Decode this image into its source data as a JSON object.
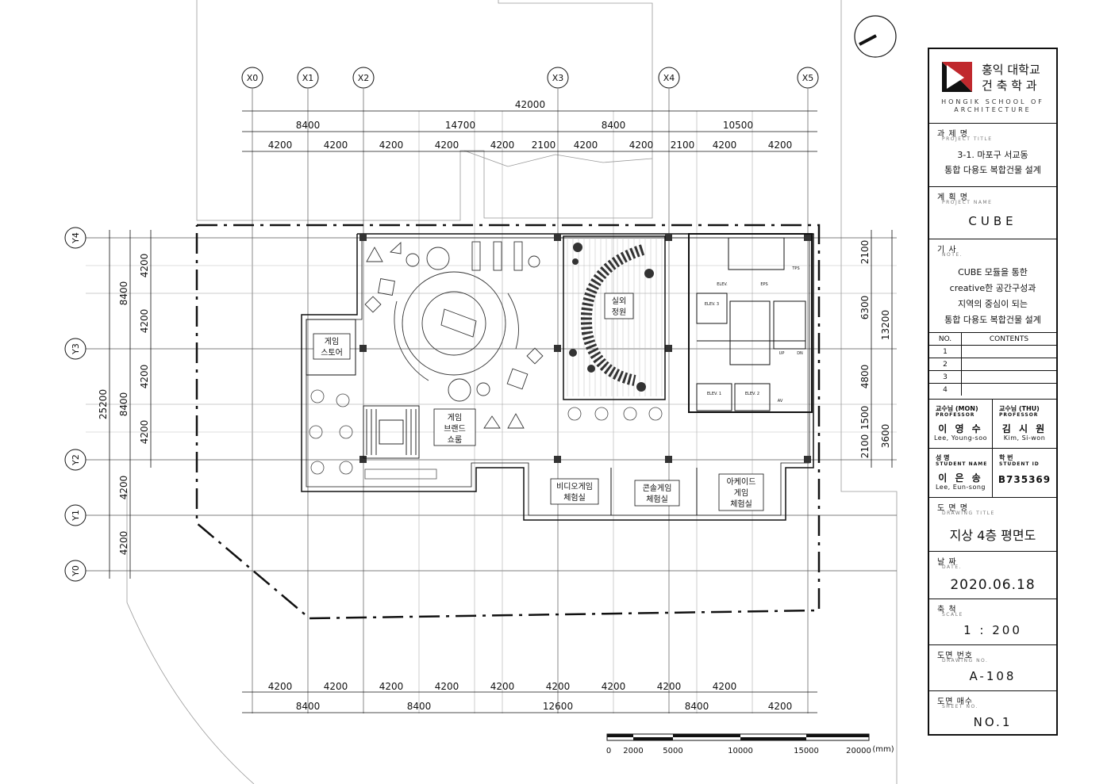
{
  "grid": {
    "x_labels": [
      "X0",
      "X1",
      "X2",
      "X3",
      "X4",
      "X5"
    ],
    "y_labels": [
      "Y4",
      "Y3",
      "Y2",
      "Y1",
      "Y0"
    ]
  },
  "dims_top": {
    "total": "42000",
    "row2": [
      "8400",
      "14700",
      "8400",
      "10500"
    ],
    "row3": [
      "4200",
      "4200",
      "4200",
      "4200",
      "4200",
      "2100",
      "4200",
      "4200",
      "2100",
      "4200",
      "4200"
    ]
  },
  "dims_bottom": {
    "row1": [
      "4200",
      "4200",
      "4200",
      "4200",
      "4200",
      "4200",
      "4200",
      "4200",
      "4200"
    ],
    "row2": [
      "8400",
      "8400",
      "12600",
      "8400",
      "4200"
    ]
  },
  "dims_left": {
    "total": "25200",
    "row2": [
      "8400",
      "8400"
    ],
    "row3": [
      "4200",
      "4200",
      "4200",
      "4200",
      "4200",
      "4200"
    ]
  },
  "dims_right": {
    "inner": [
      "2100",
      "6300",
      "4800",
      "1500",
      "2100"
    ],
    "outer": [
      "13200",
      "3600"
    ]
  },
  "rooms": {
    "game_store": [
      "게임",
      "스토어"
    ],
    "brand_showroom": [
      "게임",
      "브랜드",
      "쇼룸"
    ],
    "outdoor_garden": [
      "실외",
      "정원"
    ],
    "video_game": [
      "비디오게임",
      "체험실"
    ],
    "console_game": [
      "콘솔게임",
      "체험실"
    ],
    "arcade_game": [
      "아케이드",
      "게임",
      "체험실"
    ],
    "core_labels": [
      "ELEV. 3",
      "ELEV. 1",
      "ELEV. 2",
      "ELEV.",
      "EPS",
      "TPS",
      "UP",
      "DN",
      "AV"
    ]
  },
  "scale_bar": {
    "ticks": [
      "0",
      "2000",
      "5000",
      "10000",
      "15000",
      "20000"
    ],
    "unit": "(mm)"
  },
  "title_block": {
    "school_kr": [
      "홍익 대학교",
      "건 축 학 과"
    ],
    "school_en": [
      "HONGIK SCHOOL OF",
      "ARCHITECTURE"
    ],
    "project_title": {
      "label_kr": "과 제 명",
      "label_en": "PROJECT TITLE",
      "value": [
        "3-1. 마포구 서교동",
        "통합 다용도 복합건물 설계"
      ]
    },
    "project_name": {
      "label_kr": "계 획 명",
      "label_en": "PROJECT NAME",
      "value": "CUBE"
    },
    "note": {
      "label_kr": "기 사",
      "label_en": "NOTE.",
      "value": [
        "CUBE 모듈을 통한",
        "creative한 공간구성과",
        "지역의 중심이 되는",
        "통합 다용도 복합건물 설계"
      ]
    },
    "contents": {
      "header_no": "NO.",
      "header_contents": "CONTENTS",
      "rows": [
        "1",
        "2",
        "3",
        "4"
      ]
    },
    "professor_mon": {
      "label": "교수님 (MON)",
      "label_en": "PROFESSOR",
      "name": "이 영 수",
      "name_en": "Lee, Young-soo"
    },
    "professor_thu": {
      "label": "교수님 (THU)",
      "label_en": "PROFESSOR",
      "name": "김 시 원",
      "name_en": "Kim, Si-won"
    },
    "student": {
      "label": "성 명",
      "label_en": "STUDENT NAME",
      "name": "이 은 송",
      "name_en": "Lee, Eun-song"
    },
    "student_id": {
      "label": "학 번",
      "label_en": "STUDENT ID",
      "value": "B735369"
    },
    "drawing_title": {
      "label_kr": "도 면 명",
      "label_en": "DRAWING TITLE",
      "value": "지상 4층 평면도"
    },
    "date": {
      "label_kr": "날 짜",
      "label_en": "DATE.",
      "value": "2020.06.18"
    },
    "scale": {
      "label_kr": "축 척",
      "label_en": "SCALE",
      "value": "1 : 200"
    },
    "drawing_no": {
      "label_kr": "도면 번호",
      "label_en": "DRAWING NO.",
      "value": "A-108"
    },
    "sheet_no": {
      "label_kr": "도면 매수",
      "label_en": "SHEET NO.",
      "value": "NO.1"
    }
  },
  "colors": {
    "line": "#111111",
    "grid": "#444444",
    "site": "#888888",
    "logo_red": "#c0282d"
  }
}
